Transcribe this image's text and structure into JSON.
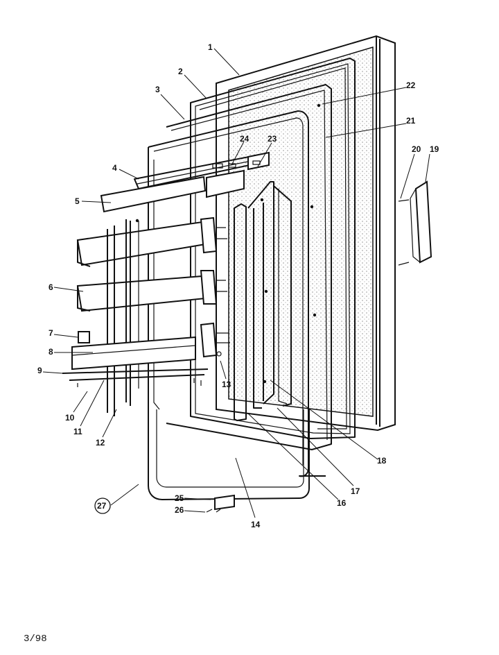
{
  "diagram": {
    "callouts": [
      "1",
      "2",
      "3",
      "4",
      "5",
      "6",
      "7",
      "8",
      "9",
      "10",
      "11",
      "12",
      "13",
      "14",
      "16",
      "17",
      "18",
      "19",
      "20",
      "21",
      "22",
      "23",
      "24",
      "25",
      "26",
      "27"
    ],
    "date_code": "3/98"
  }
}
